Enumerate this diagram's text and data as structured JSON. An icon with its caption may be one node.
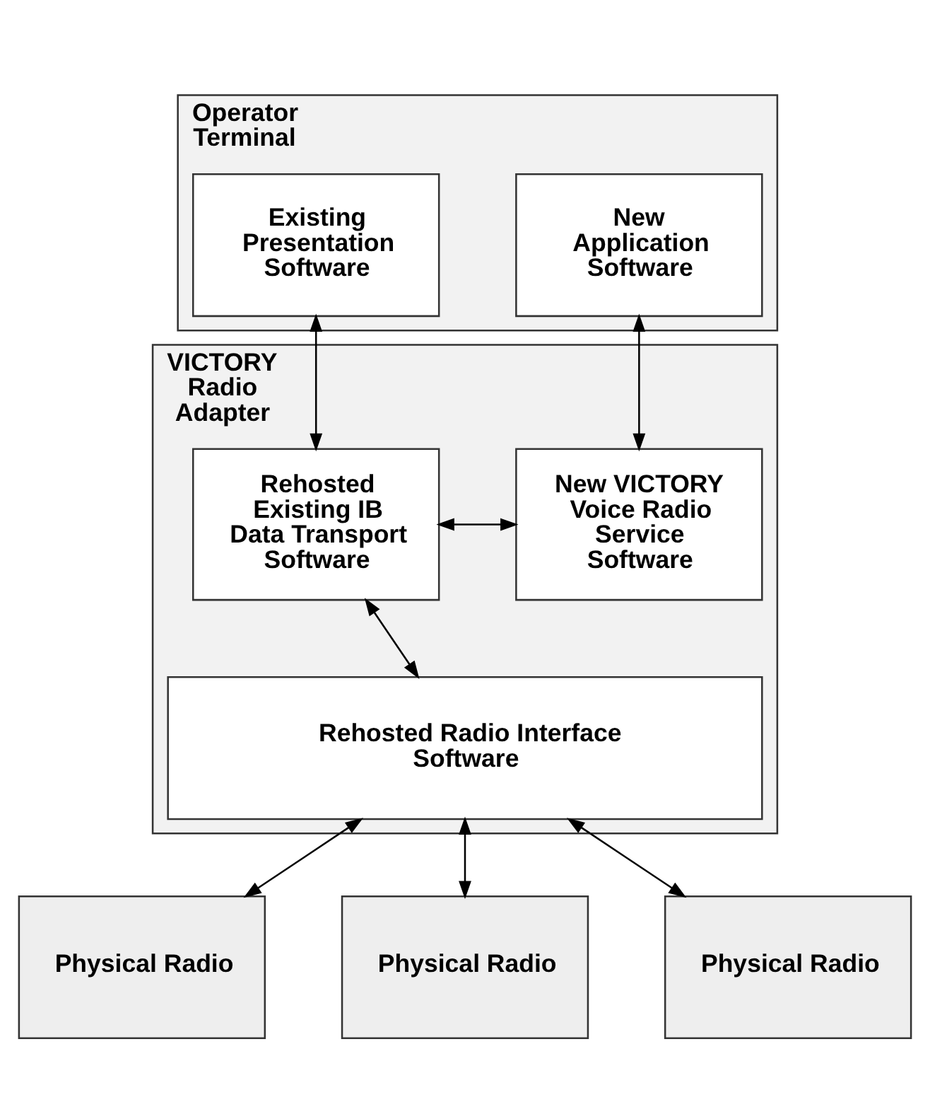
{
  "diagram": {
    "nodes": [
      {
        "text": [
          "Operator Terminal"
        ]
      },
      {
        "text": [
          "New Application Software"
        ],
        "in": 0
      },
      {
        "text": [
          "Existing Presentation Software"
        ],
        "in": 0
      },
      {
        "text": [
          "VICTORY Radio Adapter"
        ]
      },
      {
        "text": [
          "New VICTORY Voice Radio Service Software"
        ],
        "in": 3
      },
      {
        "text": [
          "Rehosted Existing IB Data Transport Software"
        ],
        "in": 3
      },
      {
        "text": [
          "Rehosted Radio Interface Software"
        ],
        "in": 3
      },
      {
        "text": [
          "Physical Radio"
        ]
      },
      {
        "text": [
          "Physical Radio"
        ]
      },
      {
        "text": [
          "Physical Radio"
        ]
      }
    ],
    "edges": [
      {
        "from": 1,
        "to": 4,
        "arrow": "both"
      },
      {
        "from": 2,
        "to": 5,
        "arrow": "both"
      },
      {
        "from": 4,
        "to": 5,
        "arrow": "both"
      },
      {
        "from": 5,
        "to": 6,
        "arrow": "both"
      },
      {
        "from": 6,
        "to": 7,
        "arrow": "both"
      },
      {
        "from": 6,
        "to": 8,
        "arrow": "both"
      },
      {
        "from": 6,
        "to": 9,
        "arrow": "both"
      }
    ]
  }
}
